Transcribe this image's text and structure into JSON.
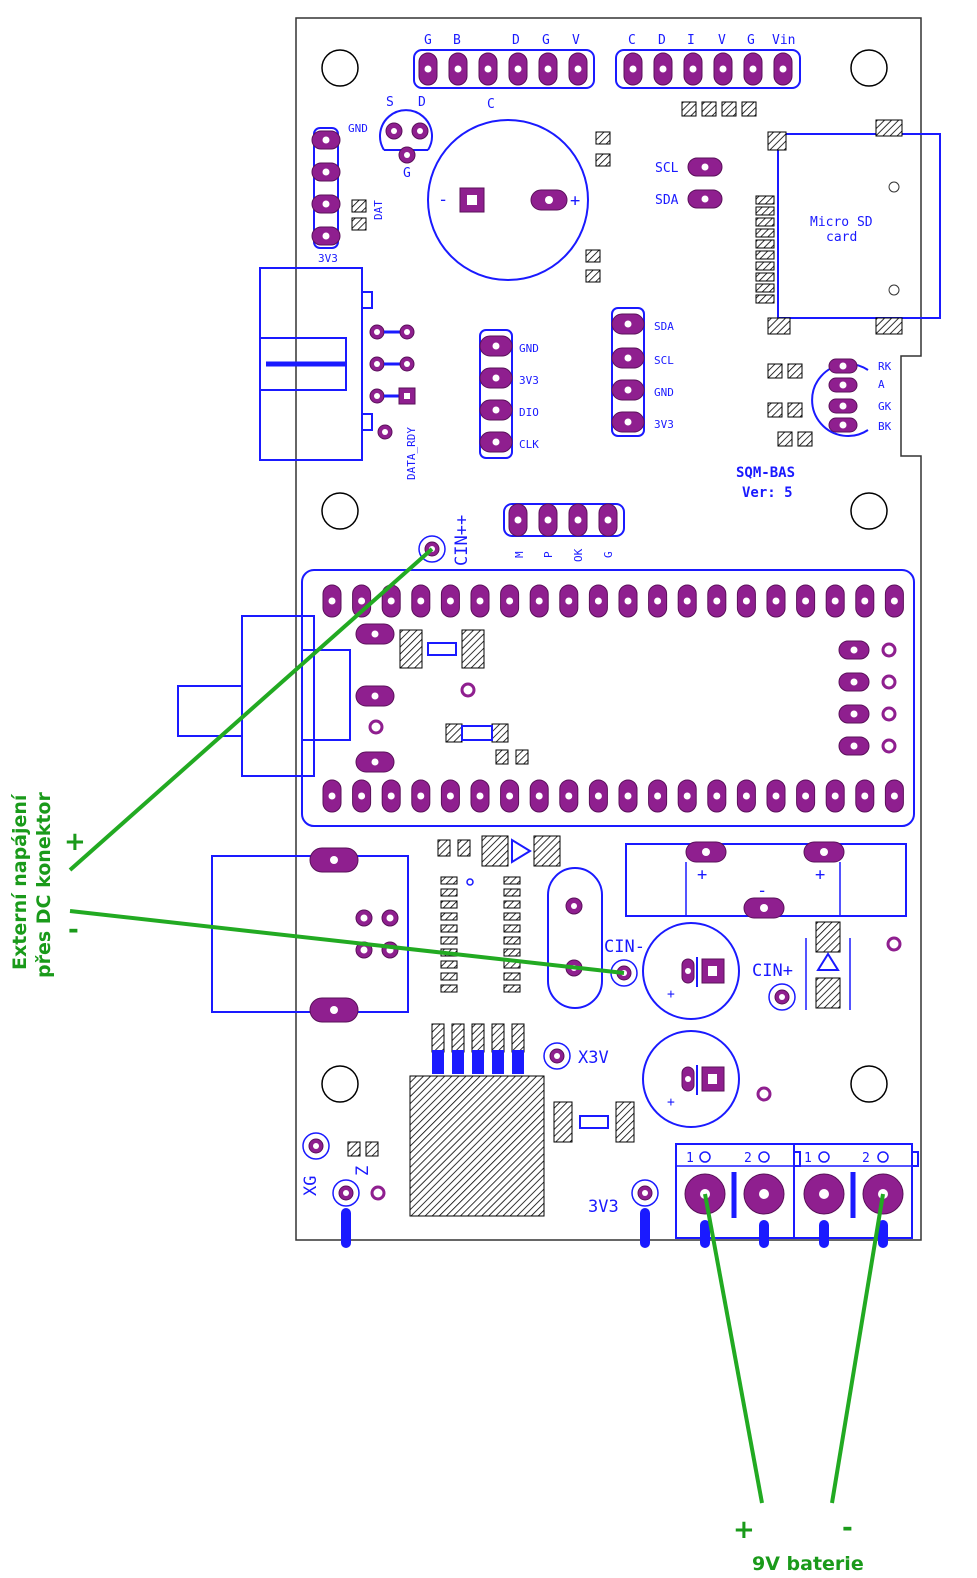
{
  "board": {
    "name": "SQM-BAS",
    "version": "Ver: 5"
  },
  "headers": {
    "top_left": [
      "G",
      "B",
      "D",
      "G",
      "V"
    ],
    "top_right": [
      "C",
      "D",
      "I",
      "V",
      "G",
      "Vin"
    ],
    "left_side": [
      "GND",
      "DAT",
      "3V3"
    ],
    "sensor_pins": [
      "S",
      "D",
      "G"
    ],
    "capacitor": "C",
    "i2c_small": [
      "SCL",
      "SDA"
    ],
    "i2c_block": [
      "SDA",
      "SCL",
      "GND",
      "3V3"
    ],
    "display": [
      "GND",
      "3V3",
      "DIO",
      "CLK"
    ],
    "led": [
      "RK",
      "A",
      "GK",
      "BK"
    ],
    "buttons": [
      "M",
      "P",
      "OK",
      "G"
    ],
    "data_rdy": "DATA_RDY",
    "sd_card_line1": "Micro SD",
    "sd_card_line2": "card"
  },
  "power": {
    "cin_pp": "CIN++",
    "cin_minus": "CIN-",
    "cin_plus": "CIN+",
    "x3v": "X3V",
    "xg": "XG",
    "z": "Z",
    "v33": "3V3",
    "terminal": [
      "1",
      "2",
      "1",
      "2"
    ],
    "plus": "+",
    "minus": "-"
  },
  "annotations": {
    "external_line1": "Externí napájení",
    "external_line2": "přes DC konektor",
    "ext_plus": "+",
    "ext_minus": "-",
    "battery_label": "9V baterie",
    "batt_plus": "+",
    "batt_minus": "-"
  },
  "colors": {
    "outline": "#1a1aff",
    "pad": "#8f1f8f",
    "wire": "#22aa22"
  }
}
